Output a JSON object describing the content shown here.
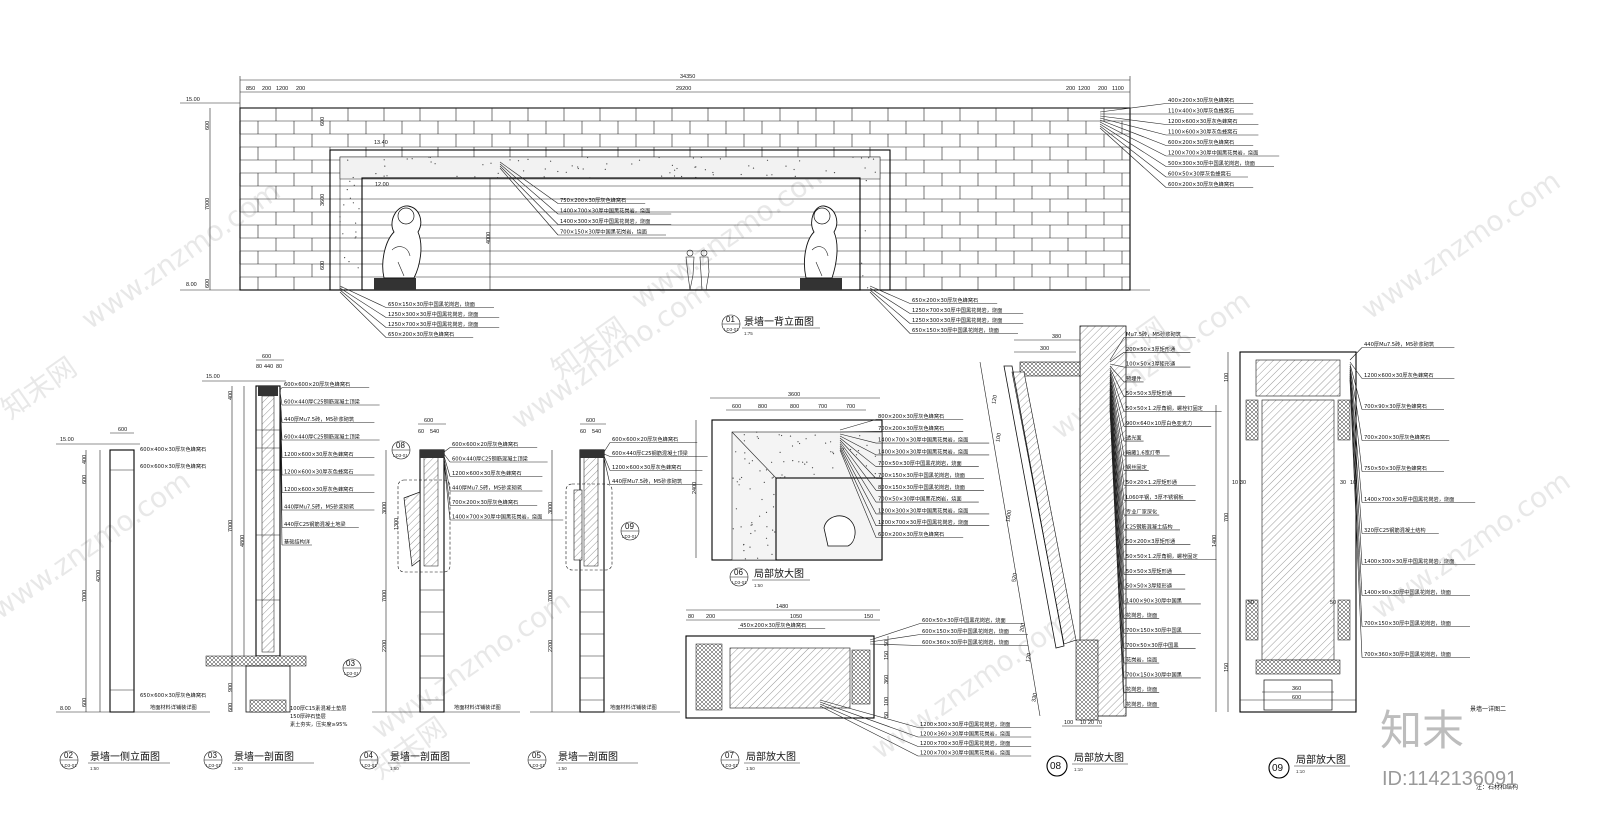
{
  "elevation01": {
    "total_dim": "34350",
    "center_dim": "29200",
    "left_dims": [
      "850",
      "200",
      "1200",
      "200"
    ],
    "right_dims": [
      "200",
      "1200",
      "200",
      "1100"
    ],
    "level_top": "15.00",
    "level_bottom": "8.00",
    "level_mid": "13.40",
    "level_opening": "12.00",
    "left_vdims": [
      "600",
      "7000",
      "600"
    ],
    "mid_vdims": [
      "600",
      "3600",
      "600"
    ],
    "inner_vdim": "4000",
    "right_labels": [
      "400×200×30厚灰色蜂窝石",
      "110×400×30厚灰色蜂窝石",
      "1200×600×30厚灰色蜂窝石",
      "1100×600×30厚灰色蜂窝石",
      "600×200×30厚灰色蜂窝石",
      "1200×700×30厚中国黑花岗岩，烧面",
      "500×300×30厚中国黑花岗岩，烧面",
      "600×50×30厚灰色蜂窝石",
      "600×200×30厚灰色蜂窝石"
    ],
    "center_labels": [
      "750×200×30厚灰色蜂窝石",
      "1400×700×30厚中国黑花岗岩，烧面",
      "1400×300×30厚中国黑花岗岩，烧面",
      "700×150×30厚中国黑花岗岩，烧面"
    ],
    "bl_labels": [
      "650×150×30厚中国黑花岗岩，烧面",
      "1250×300×30厚中国黑花岗岩，烧面",
      "1250×700×30厚中国黑花岗岩，烧面",
      "650×200×30厚灰色蜂窝石"
    ],
    "br_labels": [
      "650×200×30厚灰色蜂窝石",
      "1250×700×30厚中国黑花岗岩，烧面",
      "1250×300×30厚中国黑花岗岩，烧面",
      "650×150×30厚中国黑花岗岩，烧面"
    ],
    "num": "01",
    "sheet": "LD3-01",
    "title": "景墙一背立面图",
    "scale": "1:75"
  },
  "detail02": {
    "num": "02",
    "sheet": "LD3-01",
    "title": "景墙一侧立面图",
    "scale": "1:50",
    "top_dim": "600",
    "level_top": "15.00",
    "level_bottom": "8.00",
    "vdims": [
      "400",
      "600",
      "4200",
      "7000",
      "600"
    ],
    "labels": [
      "600×400×30厚灰色蜂窝石",
      "600×600×30厚灰色蜂窝石",
      "650×600×30厚灰色蜂窝石",
      "地面材料详铺装详图"
    ]
  },
  "detail03": {
    "num": "03",
    "sheet": "LD3-01",
    "title": "景墙一剖面图",
    "scale": "1:50",
    "top_dims": [
      "600",
      "80",
      "440",
      "80"
    ],
    "level_top": "15.00",
    "vdims": [
      "400",
      "4800",
      "7000",
      "900",
      "600"
    ],
    "labels": [
      "600×600×20厚灰色蜂窝石",
      "600×440厚C25钢筋混凝土顶梁",
      "440厚Mu7.5砖，M5砂浆砌筑",
      "600×440厚C25钢筋混凝土顶梁",
      "1200×600×30厚灰色蜂窝石",
      "1200×600×30厚灰色蜂窝石",
      "1200×600×30厚灰色蜂窝石",
      "440厚Mu7.5砖，M5砂浆砌筑",
      "440厚C25钢筋混凝土地梁",
      "基础结构详"
    ],
    "base_labels": [
      "100厚C15素混凝土垫层",
      "150厚碎石垫层",
      "素土夯实，压实度≥95%"
    ],
    "ref_num": "03",
    "ref_sheet": "LD3-01"
  },
  "detail04": {
    "num": "04",
    "sheet": "LD3-01",
    "title": "景墙一剖面图",
    "scale": "1:50",
    "top_dims": [
      "600",
      "60",
      "540"
    ],
    "vdims": [
      "3000",
      "1300",
      "7000",
      "2200"
    ],
    "labels": [
      "600×600×20厚灰色蜂窝石",
      "600×440厚C25钢筋混凝土顶梁",
      "1200×600×30厚灰色蜂窝石",
      "440厚Mu7.5砖，M5砂浆砌筑",
      "700×200×30厚灰色蜂窝石",
      "1400×700×30厚中国黑花岗岩，烧面"
    ],
    "ground": "地面材料详铺装详图",
    "ref_num": "08",
    "ref_sheet": "LD3-01"
  },
  "detail05": {
    "num": "05",
    "sheet": "LD3-01",
    "title": "景墙一剖面图",
    "scale": "1:50",
    "top_dims": [
      "600",
      "60",
      "540"
    ],
    "vdims": [
      "3000",
      "7000",
      "2200"
    ],
    "labels": [
      "600×600×20厚灰色蜂窝石",
      "600×440厚C25钢筋混凝土顶梁",
      "1200×600×30厚灰色蜂窝石",
      "440厚Mu7.5砖，M5砂浆砌筑"
    ],
    "ground": "地面材料详铺装详图",
    "ref_num": "09",
    "ref_sheet": "LD3-01"
  },
  "detail06": {
    "num": "06",
    "sheet": "LD3-01",
    "title": "局部放大图",
    "scale": "1:50",
    "top_dim": "3600",
    "sub_dims": [
      "600",
      "800",
      "800",
      "700",
      "700"
    ],
    "vdim": "2400",
    "labels": [
      "800×200×30厚灰色蜂窝石",
      "700×200×30厚灰色蜂窝石",
      "1400×700×30厚中国黑花岗岩，烧面",
      "1400×300×30厚中国黑花岗岩，烧面",
      "700×50×30厚中国黑花岗岩，烧面",
      "700×150×30厚中国黑花岗岩，烧面",
      "800×150×30厚中国黑花岗岩，烧面",
      "700×50×30厚中国黑花岗岩，烧面",
      "1200×300×30厚中国黑花岗岩，烧面",
      "1200×700×30厚中国黑花岗岩，烧面",
      "600×200×30厚灰色蜂窝石"
    ]
  },
  "detail07": {
    "num": "07",
    "sheet": "LD3-01",
    "title": "局部放大图",
    "scale": "1:50",
    "top_dim": "1480",
    "sub_dims": [
      "80",
      "200",
      "1050",
      "150"
    ],
    "labels_top": [
      "450×200×30厚灰色蜂窝石",
      "600×50×30厚中国黑花岗岩，烧面",
      "600×150×30厚中国黑花岗岩，烧面",
      "600×360×30厚中国黑花岗岩，烧面"
    ],
    "labels_bottom": [
      "1200×300×30厚中国黑花岗岩，烧面",
      "1200×360×30厚中国黑花岗岩，烧面",
      "1200×700×30厚中国黑花岗岩，烧面",
      "1200×700×30厚中国黑花岗岩，烧面"
    ],
    "right_dims": [
      "50",
      "150",
      "360",
      "100",
      "50"
    ]
  },
  "detail08": {
    "num": "08",
    "title": "局部放大图",
    "scale": "1:10",
    "top_dims": [
      "380",
      "300"
    ],
    "labels": [
      "Mu7.5砖，M5砂浆砌筑",
      "200×50×3厚矩形通",
      "100×50×3厚矩形通",
      "预埋件",
      "50×50×3厚矩形通",
      "50×50×1.2厚角钢，螺栓钉固定",
      "900×640×10厚白色亚克力",
      "透光面",
      "暗藏1.6宽灯带",
      "钢丝固定",
      "50×20×1.2厚矩形通",
      "L060平钢，3厚不锈钢板",
      "专业厂家深化",
      "C25钢筋混凝土结构",
      "50×200×3厚矩形通",
      "50×50×1.2厚角钢，螺栓固定",
      "50×50×3厚矩形通",
      "50×50×3厚矩形通",
      "1400×90×30厚中国黑",
      "花岗岩，烧面",
      "700×150×30厚中国黑",
      "700×50×30厚中国黑",
      "花岗岩，烧面",
      "700×150×30厚中国黑",
      "花岗岩，烧面",
      "花岗岩，烧面"
    ],
    "vdims": [
      "120",
      "100",
      "1600",
      "520",
      "200",
      "120",
      "330"
    ],
    "bottom_dims": [
      "100",
      "10",
      "20",
      "70"
    ]
  },
  "detail09": {
    "num": "09",
    "title": "局部放大图",
    "scale": "1:10",
    "labels": [
      "440厚Mu7.5砖，M5砂浆砌筑",
      "1200×600×30厚灰色蜂窝石",
      "700×90×30厚灰色蜂窝石",
      "700×200×30厚灰色蜂窝石",
      "750×50×30厚灰色蜂窝石",
      "1400×700×30厚中国黑花岗岩，烧面",
      "320厚C25钢筋混凝土结构",
      "1400×300×30厚中国黑花岗岩，烧面",
      "1400×90×30厚中国黑花岗岩，烧面",
      "700×150×30厚中国黑花岗岩，烧面",
      "700×360×30厚中国黑花岗岩，烧面"
    ],
    "vdims": [
      "100",
      "700",
      "1400",
      "150"
    ],
    "side_dims": [
      "10",
      "30",
      "50",
      "50",
      "30",
      "10"
    ],
    "bottom_dims": [
      "360",
      "600"
    ],
    "note": "景墙一详图二",
    "note2": "注：石材和结构"
  },
  "watermark": {
    "site": "www.znzmo.com",
    "brand": "知末",
    "brand_cn": "知末网",
    "id": "ID:1142136091"
  }
}
